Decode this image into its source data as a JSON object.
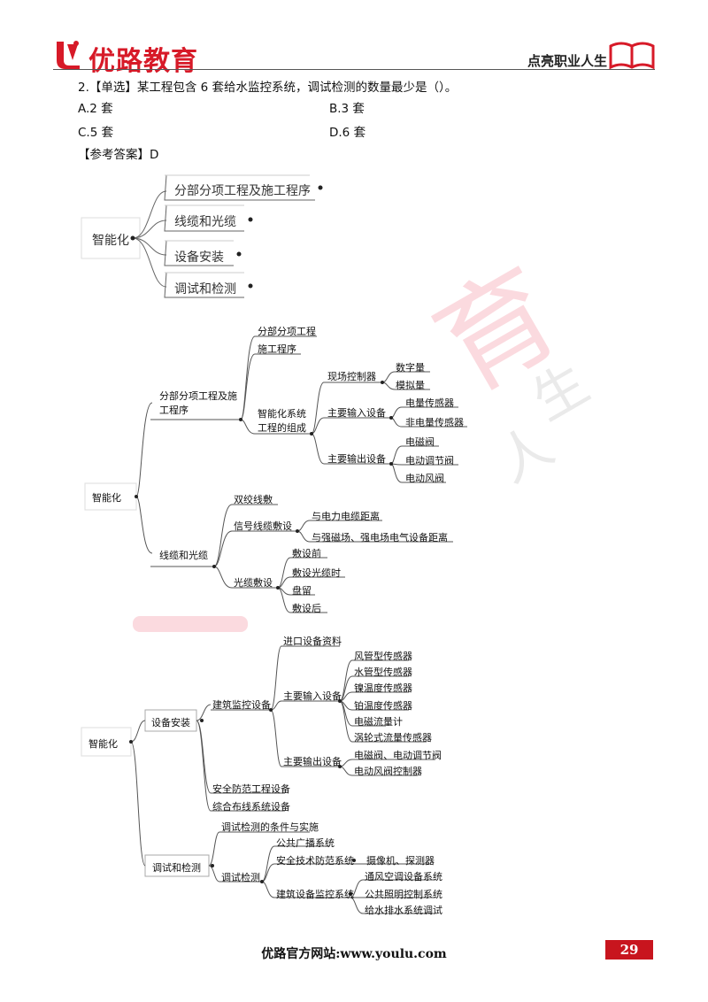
{
  "header": {
    "brand": "优路教育",
    "slogan": "点亮职业人生",
    "logo_icon": "youlu-logo-icon",
    "book_icon": "open-book-icon",
    "brand_color": "#d71a28"
  },
  "question": {
    "stem": "2.【单选】某工程包含 6 套给水监控系统，调试检测的数量最少是（）。",
    "options": [
      "A.2 套",
      "B.3 套",
      "C.5 套",
      "D.6 套"
    ],
    "answer": "【参考答案】D"
  },
  "map1": {
    "root": "智能化",
    "children": [
      "分部分项工程及施工程序",
      "线缆和光缆",
      "设备安装",
      "调试和检测"
    ]
  },
  "map2": {
    "root": "智能化",
    "b1": "分部分项工程及施工程序",
    "b1_l1": "分部分项工程",
    "b1_l2": "施工程序",
    "b1_l3": "智能化系统工程的组成",
    "b1_field": "现场控制器",
    "b1_digital": "数字量",
    "b1_analog": "模拟量",
    "b1_input": "主要输入设备",
    "b1_in1": "电量传感器",
    "b1_in2": "非电量传感器",
    "b1_output": "主要输出设备",
    "b1_out1": "电磁阀",
    "b1_out2": "电动调节阀",
    "b1_out3": "电动风阀",
    "b2": "线缆和光缆",
    "b2_twisted": "双绞线敷",
    "b2_signal": "信号线缆敷设",
    "b2_sig1": "与电力电缆距离",
    "b2_sig2": "与强磁场、强电场电气设备距离",
    "b2_fiber": "光缆敷设",
    "b2_f1": "敷设前",
    "b2_f2": "敷设光缆时",
    "b2_f3": "盘留",
    "b2_f4": "敷设后"
  },
  "map3": {
    "root": "智能化",
    "b3": "设备安装",
    "b3_bldg": "建筑监控设备",
    "b3_import": "进口设备资料",
    "b3_input": "主要输入设备",
    "b3_in": [
      "风管型传感器",
      "水管型传感器",
      "镍温度传感器",
      "铂温度传感器",
      "电磁流量计",
      "涡轮式流量传感器"
    ],
    "b3_output": "主要输出设备",
    "b3_out1": "电磁阀、电动调节阀",
    "b3_out2": "电动风阀控制器",
    "b3_security": "安全防范工程设备",
    "b3_cabling": "综合布线系统设备",
    "b4": "调试和检测",
    "b4_cond": "调试检测的条件与实施",
    "b4_test": "调试检测",
    "b4_pa": "公共广播系统",
    "b4_sec": "安全技术防范系统",
    "b4_sec1": "摄像机、探测器",
    "b4_bms": "建筑设备监控系统",
    "b4_bms1": "通风空调设备系统",
    "b4_bms2": "公共照明控制系统",
    "b4_bms3": "给水排水系统调试"
  },
  "footer": {
    "site": "优路官方网站:www.youlu.com",
    "page": "29"
  }
}
